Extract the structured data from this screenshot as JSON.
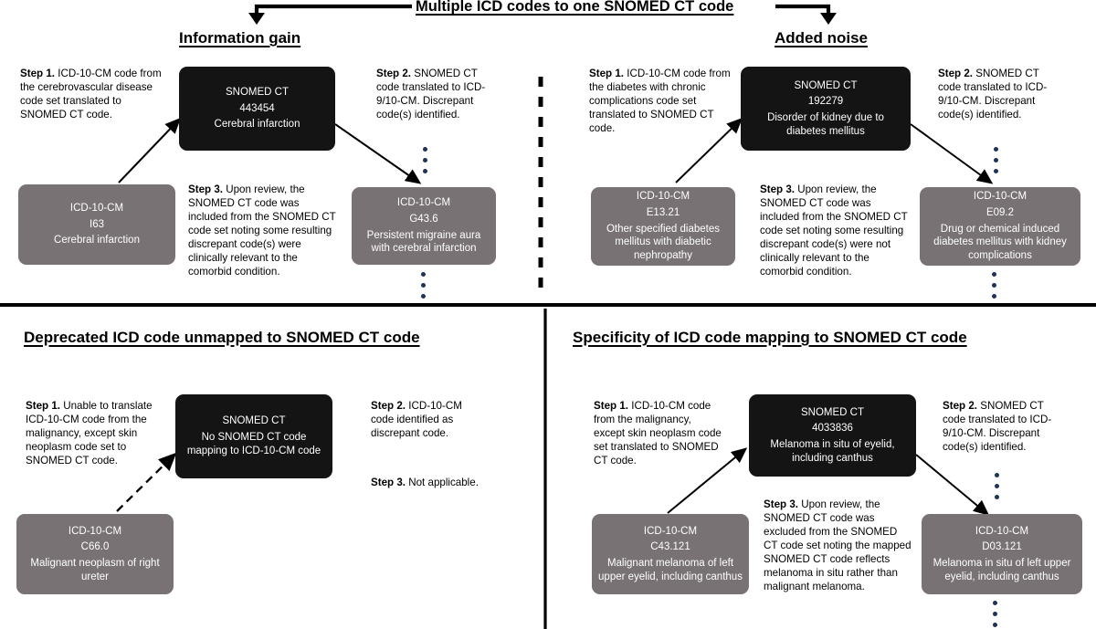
{
  "main_title": "Multiple ICD codes to one SNOMED CT code",
  "colors": {
    "snomed_box": "#141414",
    "icd_box": "#787274",
    "dot": "#1f3359",
    "divider": "#000000"
  },
  "quadrants": {
    "information_gain": {
      "heading": "Information gain",
      "step1": {
        "label": "Step 1.",
        "text": " ICD-10-CM code from the cerebrovascular disease code set translated to SNOMED CT code."
      },
      "step2": {
        "label": "Step 2.",
        "text": " SNOMED CT code translated to ICD-9/10-CM. Discrepant code(s) identified."
      },
      "step3": {
        "label": "Step 3.",
        "text": " Upon review, the SNOMED CT code was included from the SNOMED CT code set noting some resulting discrepant code(s) were clinically relevant to the comorbid condition."
      },
      "snomed_node": {
        "system": "SNOMED CT",
        "code": "443454",
        "description": "Cerebral infarction"
      },
      "source_node": {
        "system": "ICD-10-CM",
        "code": "I63",
        "description": "Cerebral infarction"
      },
      "result_node": {
        "system": "ICD-10-CM",
        "code": "G43.6",
        "description": "Persistent migraine aura with cerebral infarction"
      }
    },
    "added_noise": {
      "heading": "Added noise",
      "step1": {
        "label": "Step 1.",
        "text": " ICD-10-CM code from the diabetes with chronic complications code set translated to SNOMED CT code."
      },
      "step2": {
        "label": "Step 2.",
        "text": " SNOMED CT code translated to ICD-9/10-CM. Discrepant code(s) identified."
      },
      "step3": {
        "label": "Step 3.",
        "text": " Upon review, the SNOMED CT code was included from the SNOMED CT code set noting some resulting discrepant code(s) were not clinically relevant to the comorbid condition."
      },
      "snomed_node": {
        "system": "SNOMED CT",
        "code": "192279",
        "description": "Disorder of kidney due to diabetes mellitus"
      },
      "source_node": {
        "system": "ICD-10-CM",
        "code": "E13.21",
        "description": "Other specified diabetes mellitus with diabetic nephropathy"
      },
      "result_node": {
        "system": "ICD-10-CM",
        "code": "E09.2",
        "description": "Drug or chemical induced diabetes mellitus with kidney complications"
      }
    },
    "deprecated_unmapped": {
      "heading": "Deprecated ICD code unmapped to SNOMED CT code",
      "step1": {
        "label": "Step 1.",
        "text": " Unable to translate ICD-10-CM code from the malignancy, except skin neoplasm code set to SNOMED CT code."
      },
      "step2": {
        "label": "Step 2.",
        "text": " ICD-10-CM code identified as discrepant code."
      },
      "step3": {
        "label": "Step 3.",
        "text": " Not applicable."
      },
      "snomed_node": {
        "system": "SNOMED CT",
        "code": "",
        "description": "No SNOMED CT code mapping to ICD-10-CM code"
      },
      "source_node": {
        "system": "ICD-10-CM",
        "code": "C66.0",
        "description": "Malignant neoplasm of right ureter"
      }
    },
    "specificity": {
      "heading": "Specificity of ICD code mapping to SNOMED CT code",
      "step1": {
        "label": "Step 1.",
        "text": " ICD-10-CM code from the malignancy, except skin neoplasm code set translated to SNOMED CT code."
      },
      "step2": {
        "label": "Step 2.",
        "text": " SNOMED CT code translated to ICD-9/10-CM. Discrepant code(s) identified."
      },
      "step3": {
        "label": "Step 3.",
        "text": " Upon review, the SNOMED CT code was excluded from the SNOMED CT code set noting the mapped SNOMED CT code reflects melanoma in situ rather than malignant melanoma."
      },
      "snomed_node": {
        "system": "SNOMED CT",
        "code": "4033836",
        "description": "Melanoma in situ of eyelid, including canthus"
      },
      "source_node": {
        "system": "ICD-10-CM",
        "code": "C43.121",
        "description": "Malignant melanoma of left upper eyelid, including canthus"
      },
      "result_node": {
        "system": "ICD-10-CM",
        "code": "D03.121",
        "description": "Melanoma in situ of left upper eyelid, including canthus"
      }
    }
  }
}
